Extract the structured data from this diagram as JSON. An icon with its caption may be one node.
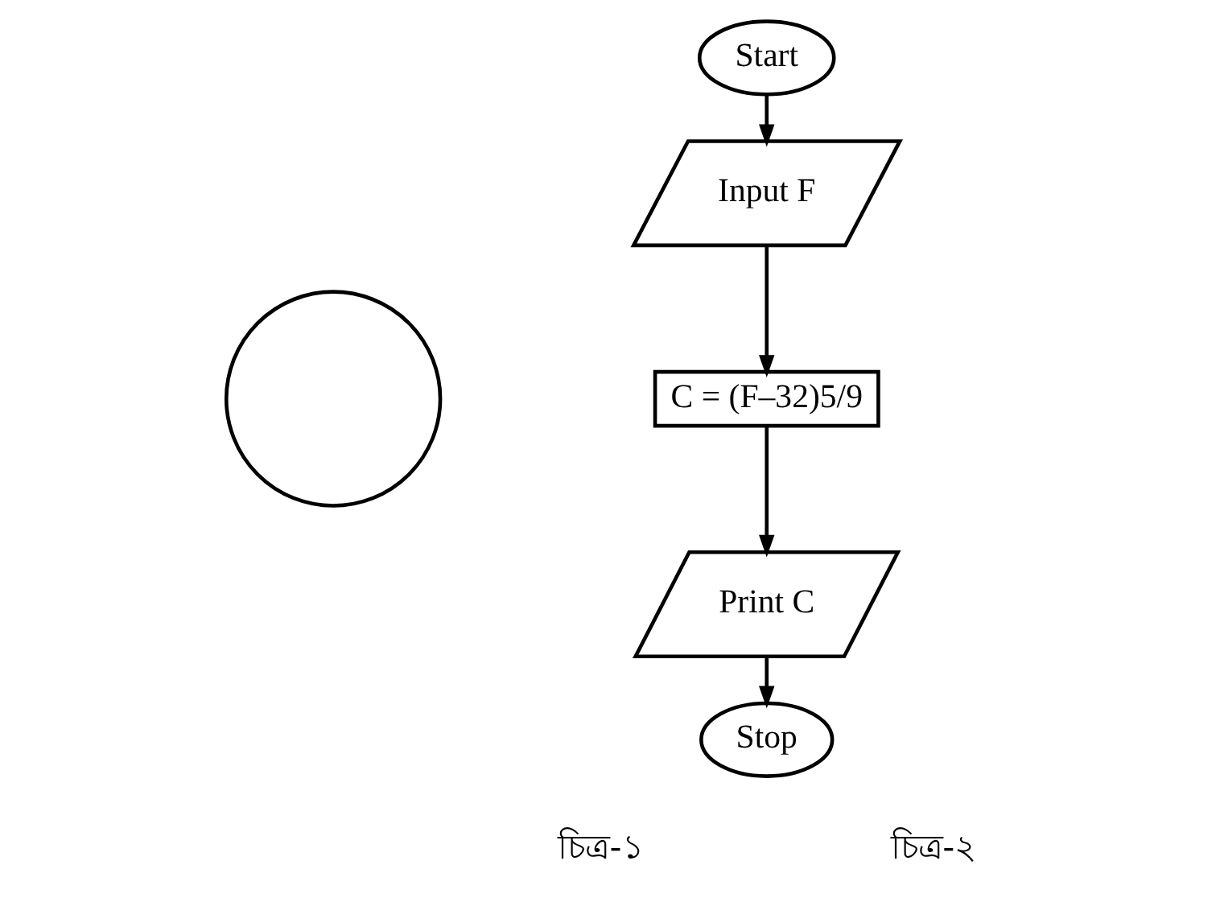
{
  "diagram": {
    "nodes": [
      {
        "text": [],
        "shape": "circle"
      },
      {
        "text": [
          "Start"
        ]
      },
      {
        "text": [
          "Input F"
        ]
      },
      {
        "text": [
          "C = (F–32)5/9"
        ]
      },
      {
        "text": [
          "Print C"
        ]
      },
      {
        "text": [
          "Stop"
        ]
      }
    ],
    "edges": [
      {
        "from": 1,
        "to": 2,
        "arrow": "to"
      },
      {
        "from": 2,
        "to": 3,
        "arrow": "to"
      },
      {
        "from": 3,
        "to": 4,
        "arrow": "to"
      },
      {
        "from": 4,
        "to": 5,
        "arrow": "to"
      }
    ],
    "labels": [
      "চিত্র-১",
      "চিত্র-২"
    ]
  }
}
